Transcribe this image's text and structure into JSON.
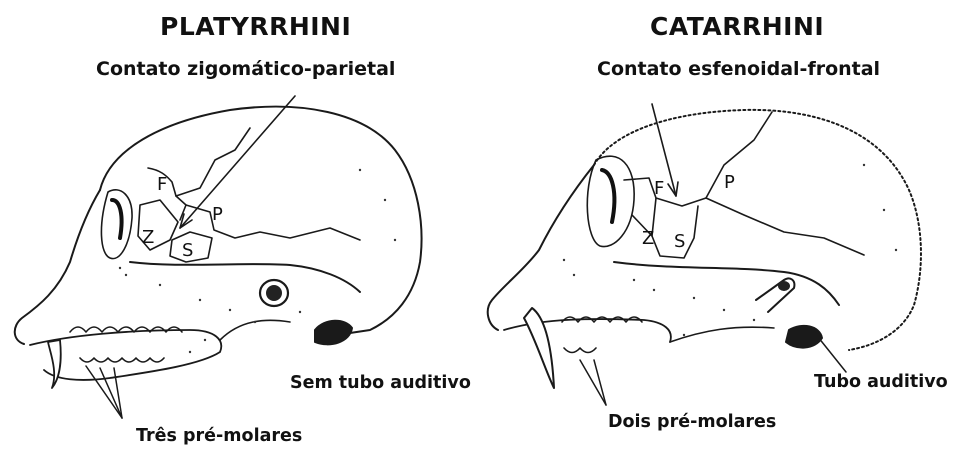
{
  "left": {
    "title": "PLATYRRHINI",
    "contact_label": "Contato zigomático-parietal",
    "auditory_label": "Sem tubo auditivo",
    "premolar_label": "Três pré-molares",
    "bones": {
      "frontal": "F",
      "zygomatic": "Z",
      "sphenoid": "S",
      "parietal": "P"
    }
  },
  "right": {
    "title": "CATARRHINI",
    "contact_label": "Contato esfenoidal-frontal",
    "auditory_label": "Tubo auditivo",
    "premolar_label": "Dois pré-molares",
    "bones": {
      "frontal": "F",
      "zygomatic": "Z",
      "sphenoid": "S",
      "parietal": "P"
    }
  }
}
